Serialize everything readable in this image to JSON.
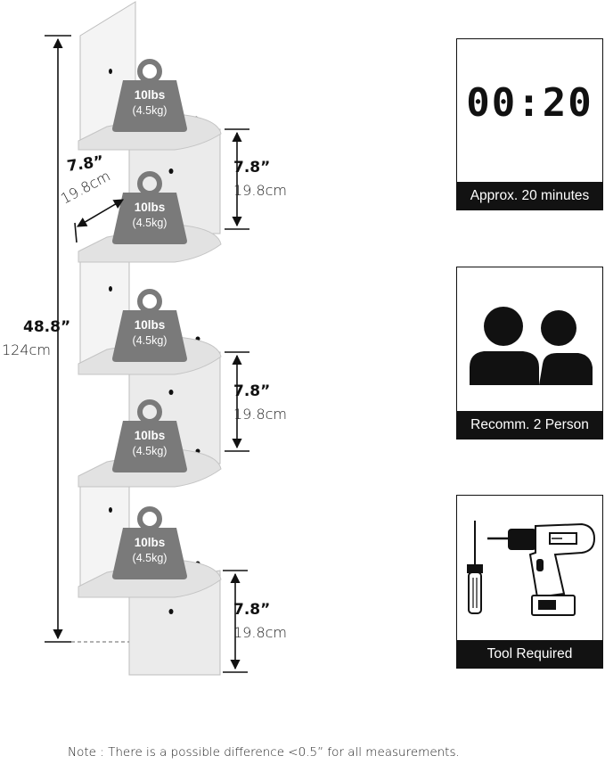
{
  "dimensions": {
    "total_height_in": "48.8”",
    "total_height_cm": "124cm",
    "shelf_depth_in": "7.8”",
    "shelf_depth_cm": "19.8cm",
    "gap_1_in": "7.8”",
    "gap_1_cm": "19.8cm",
    "gap_2_in": "7.8”",
    "gap_2_cm": "19.8cm",
    "gap_3_in": "7.8”",
    "gap_3_cm": "19.8cm"
  },
  "shelf_weights": [
    {
      "lbs": "10lbs",
      "kg": "(4.5kg)"
    },
    {
      "lbs": "10lbs",
      "kg": "(4.5kg)"
    },
    {
      "lbs": "10lbs",
      "kg": "(4.5kg)"
    },
    {
      "lbs": "10lbs",
      "kg": "(4.5kg)"
    },
    {
      "lbs": "10lbs",
      "kg": "(4.5kg)"
    }
  ],
  "cards": {
    "time": {
      "display": "00:20",
      "label": "Approx. 20 minutes",
      "icon": "timer-display-icon"
    },
    "people": {
      "label": "Recomm. 2 Person",
      "icon": "two-people-icon"
    },
    "tools": {
      "label": "Tool Required",
      "icon": "screwdriver-drill-icon"
    }
  },
  "note": "Note : There is a possible difference <0.5” for all measurements.",
  "colors": {
    "panel": "#ffffff",
    "shelf": "#e2e2e2",
    "weight": "#7a7a7a",
    "label_bar": "#121212",
    "line": "#111111"
  }
}
